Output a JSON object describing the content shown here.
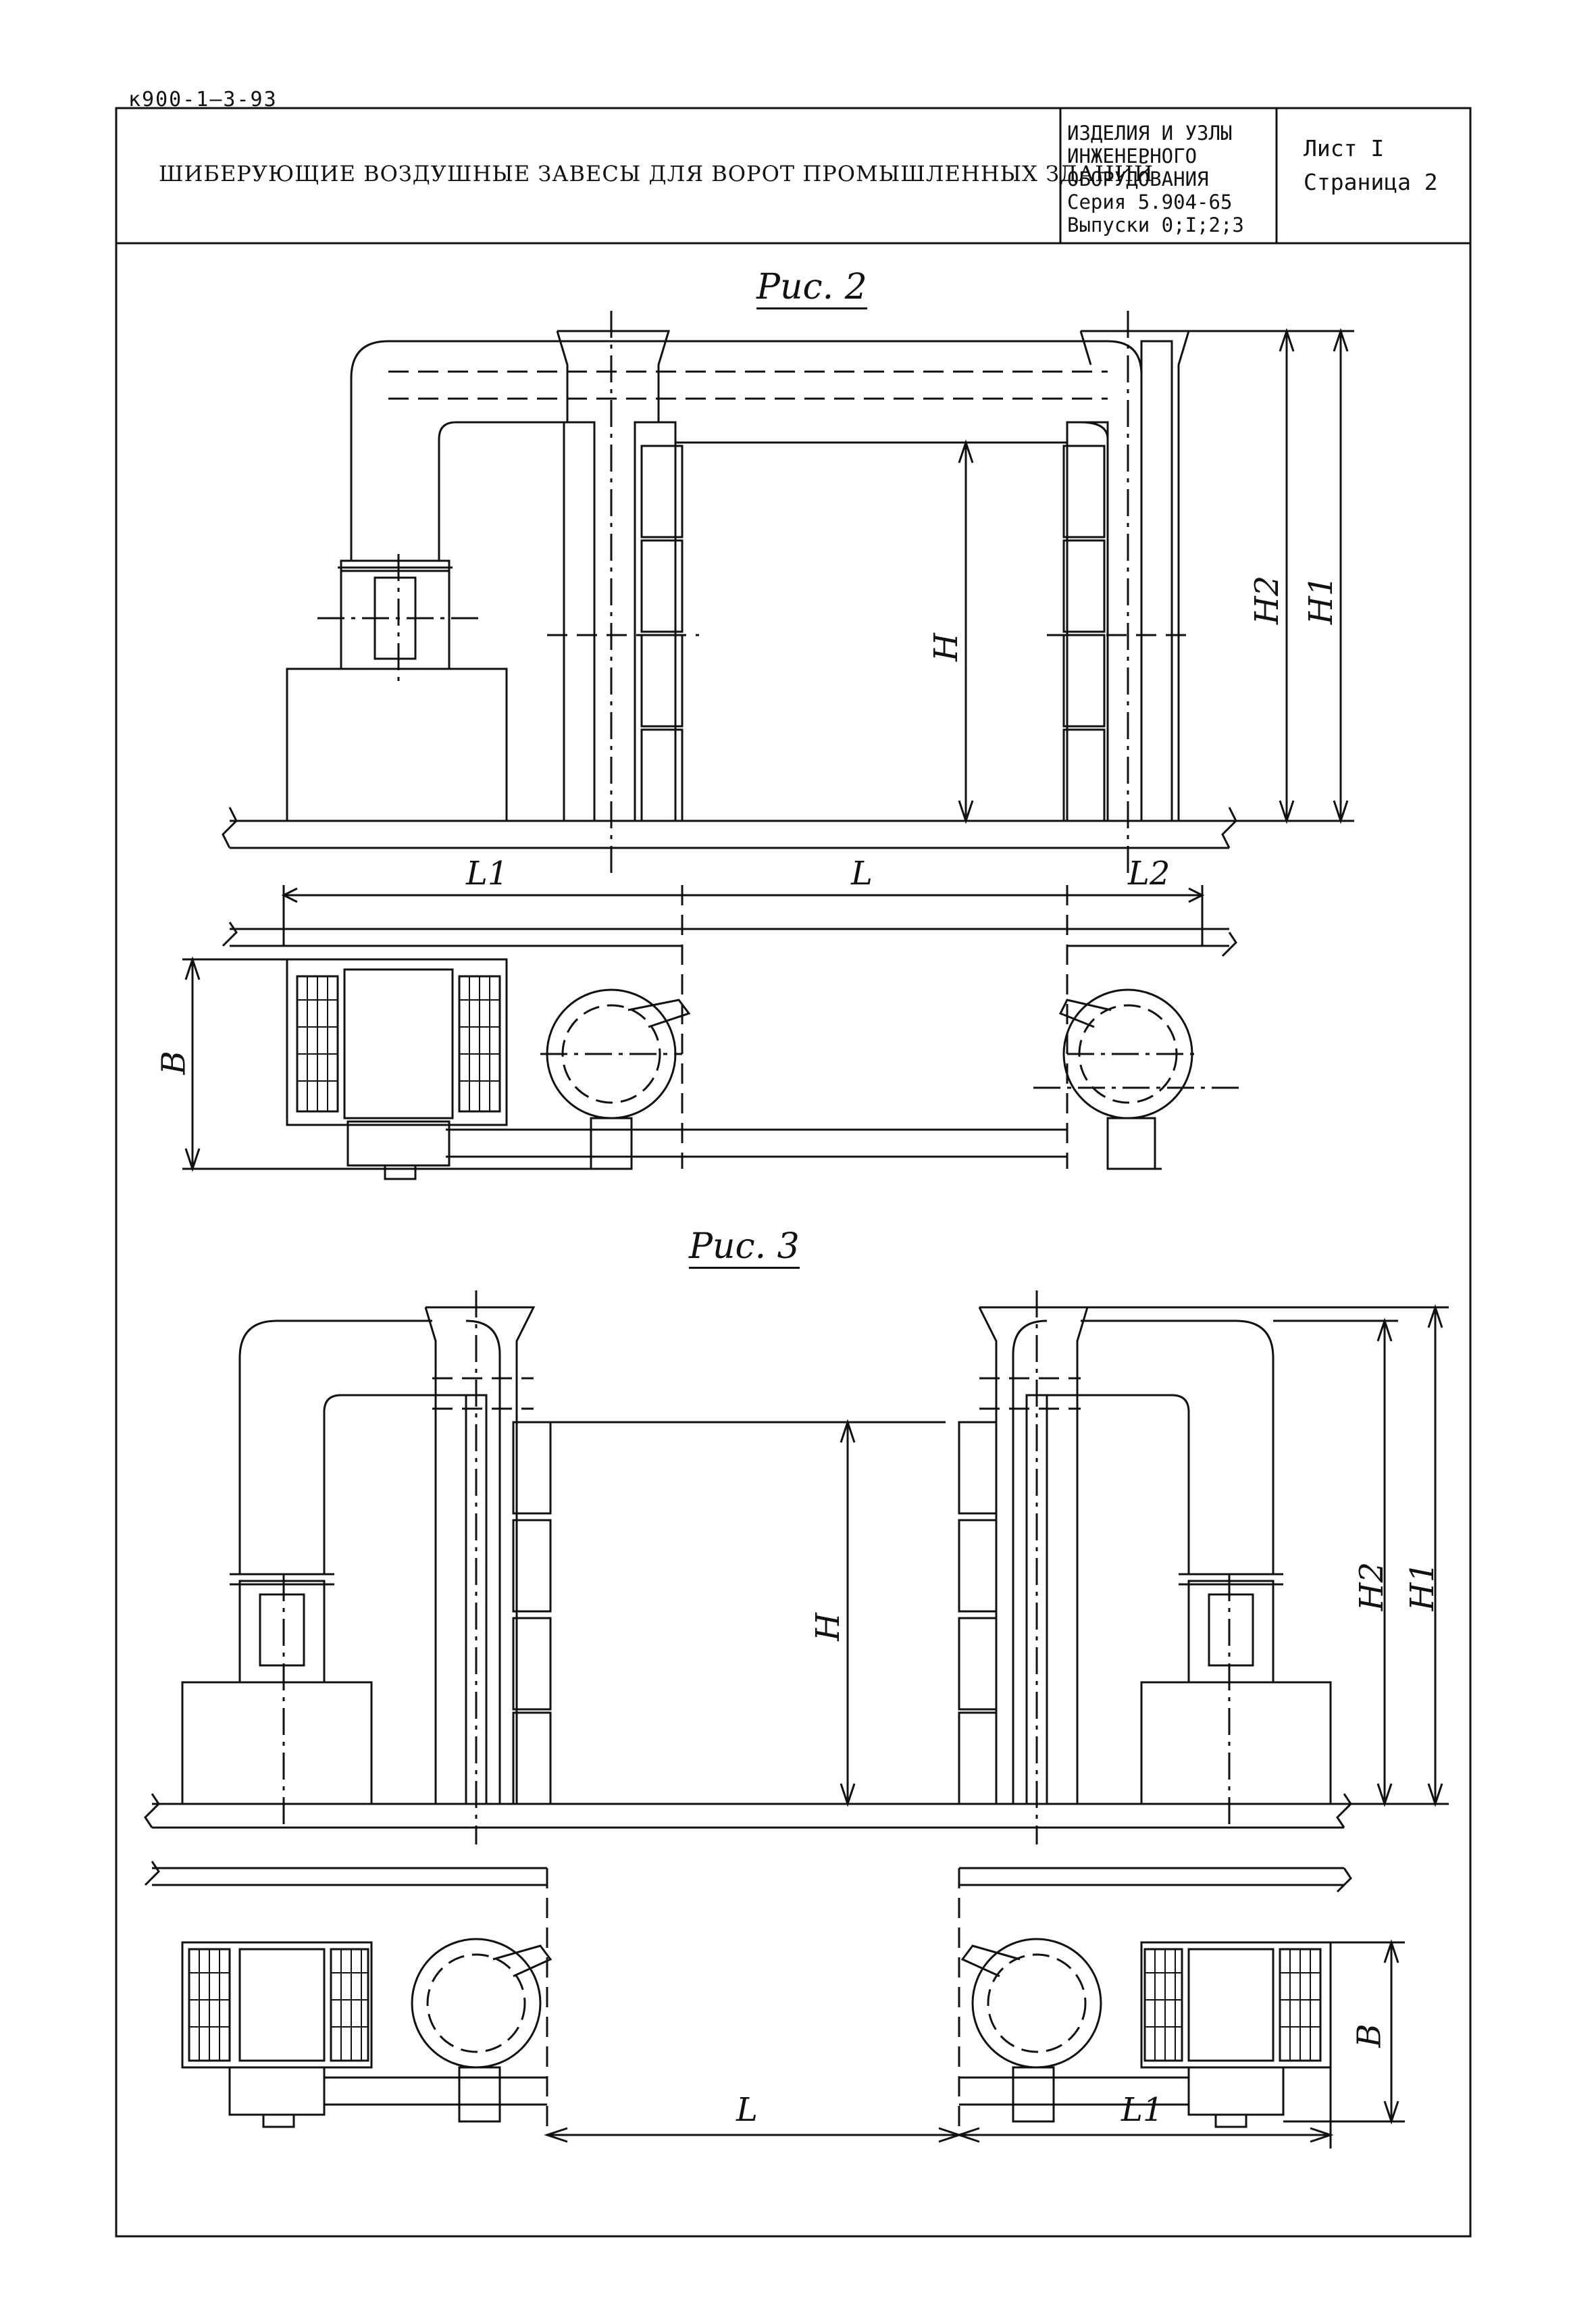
{
  "document_code": "к900-1—3-93",
  "header": {
    "title": "ШИБЕРУЮЩИЕ ВОЗДУШНЫЕ ЗАВЕСЫ ДЛЯ ВОРОТ ПРОМЫШЛЕННЫХ ЗДАНИЙ",
    "series_lines": [
      "ИЗДЕЛИЯ И УЗЛЫ",
      "ИНЖЕНЕРНОГО",
      "ОБОРУДОВАНИЯ",
      "Серия 5.904-65",
      "Выпуски 0;I;2;3"
    ],
    "sheet": "Лист I",
    "page": "Страница 2"
  },
  "figure2": {
    "label": "Рис. 2",
    "dims": {
      "H": "H",
      "H2": "H2",
      "H1": "H1",
      "L1": "L1",
      "L": "L",
      "L2": "L2",
      "B": "B"
    }
  },
  "figure3": {
    "label": "Рис. 3",
    "dims": {
      "H": "H",
      "H2": "H2",
      "H1": "H1",
      "L": "L",
      "L1": "L1",
      "B": "B"
    }
  }
}
